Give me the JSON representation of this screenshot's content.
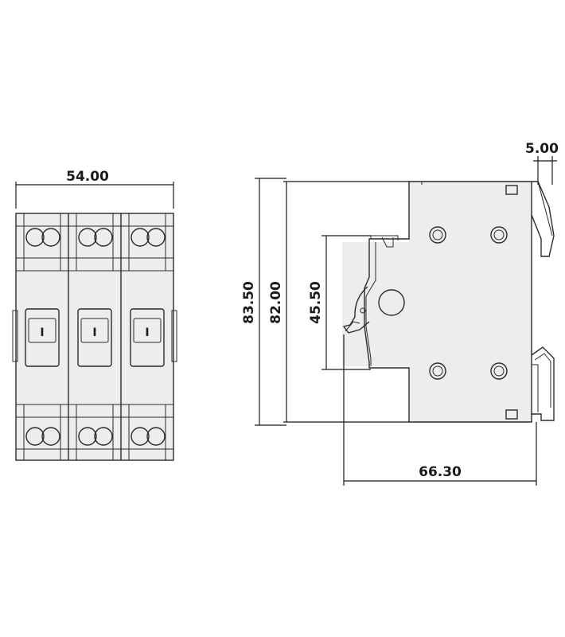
{
  "front_view": {
    "poles": 3,
    "toggle_symbol": "I",
    "width_dimension": "54.00"
  },
  "side_view": {
    "total_height_dimension": "83.50",
    "body_height_dimension": "82.00",
    "front_height_dimension": "45.50",
    "depth_dimension": "66.30",
    "clip_dimension": "5.00"
  }
}
